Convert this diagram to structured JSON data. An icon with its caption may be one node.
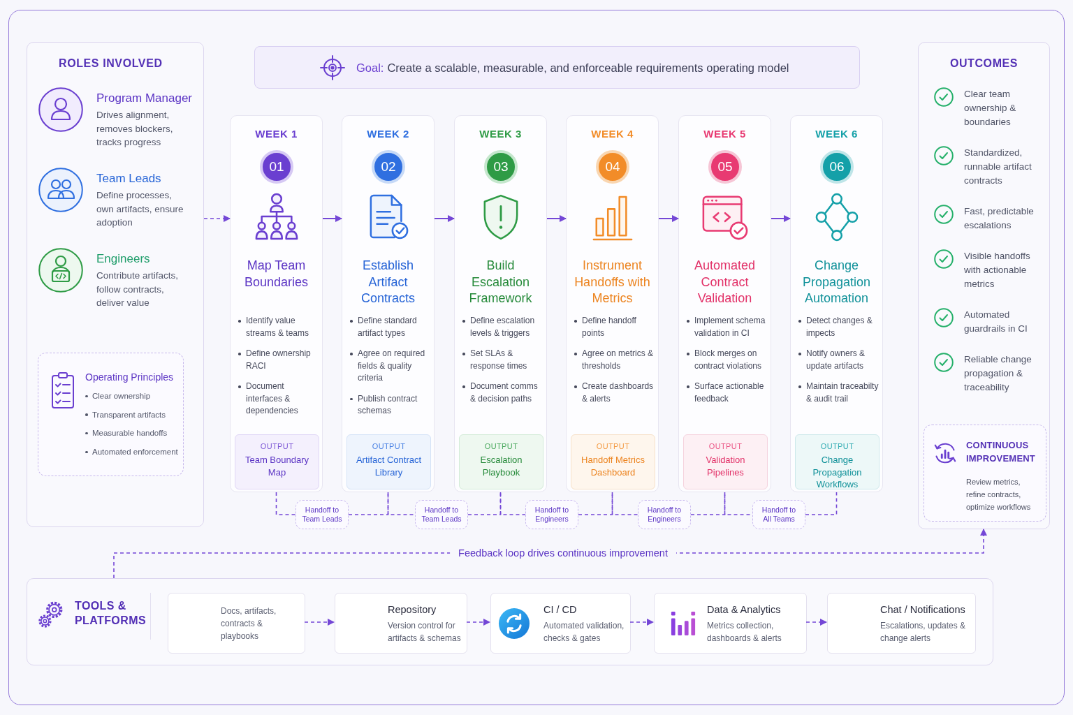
{
  "diagram": {
    "nodes": [
      {
        "text": [
          "ROLES INVOLVED",
          "Program Manager",
          "Drives alignment, removes blockers, tracks progress",
          "Team Leads",
          "Define processes, own artifacts, ensure adoption",
          "Engineers",
          "Contribute artifacts, follow contracts, deliver value"
        ]
      },
      {
        "text": [
          "Operating Principles",
          "Clear ownership",
          "Transparent artifacts",
          "Measurable handoffs",
          "Automated enforcement"
        ],
        "in": 0
      },
      {
        "text": [
          "Goal:",
          "Create a scalable, measurable, and enforceable requirements operating model"
        ]
      },
      {
        "text": [
          "WEEK 1",
          "Map Team Boundaries",
          "Identify value streams & teams",
          "Define ownership RACI",
          "Document interfaces & dependencies"
        ]
      },
      {
        "text": [
          "01"
        ],
        "in": 3
      },
      {
        "text": [
          "OUTPUT",
          "Team Boundary Map"
        ],
        "in": 3
      },
      {
        "text": [
          "WEEK 2",
          "Establish Artifact Contracts",
          "Define standard artifact types",
          "Agree on required fields & quality criteria",
          "Publish contract schemas"
        ]
      },
      {
        "text": [
          "02"
        ],
        "in": 6
      },
      {
        "text": [
          "OUTPUT",
          "Artifact Contract Library"
        ],
        "in": 6
      },
      {
        "text": [
          "WEEK 3",
          "Build Escalation Framework",
          "Define escalation levels & triggers",
          "Set SLAs & response times",
          "Document comms & decision paths"
        ]
      },
      {
        "text": [
          "03"
        ],
        "in": 9
      },
      {
        "text": [
          "OUTPUT",
          "Escalation Playbook"
        ],
        "in": 9
      },
      {
        "text": [
          "WEEK 4",
          "Instrument Handoffs with Metrics",
          "Define handoff points",
          "Agree on metrics & thresholds",
          "Create dashboards & alerts"
        ]
      },
      {
        "text": [
          "04"
        ],
        "in": 12
      },
      {
        "text": [
          "OUTPUT",
          "Handoff Metrics Dashboard"
        ],
        "in": 12
      },
      {
        "text": [
          "WEEK 5",
          "Automated Contract Validation",
          "Implement schema validation in CI",
          "Block merges on contract violations",
          "Surface actionable feedback"
        ]
      },
      {
        "text": [
          "05"
        ],
        "in": 15
      },
      {
        "text": [
          "OUTPUT",
          "Validation Pipelines"
        ],
        "in": 15
      },
      {
        "text": [
          "WEEK 6",
          "Change Propagation Automation",
          "Detect changes & impects",
          "Notify owners & update artifacts",
          "Maintain traceabilty & audit trail"
        ]
      },
      {
        "text": [
          "06"
        ],
        "in": 18
      },
      {
        "text": [
          "OUTPUT",
          "Change Propagation Workflows"
        ],
        "in": 18
      },
      {
        "text": [
          "Handoff to Team Leads"
        ]
      },
      {
        "text": [
          "Handoff to Team Leads"
        ]
      },
      {
        "text": [
          "Handoff to Engineers"
        ]
      },
      {
        "text": [
          "Handoff to Engineers"
        ]
      },
      {
        "text": [
          "Handoff to All Teams"
        ]
      },
      {
        "text": [
          "OUTCOMES",
          "Clear team ownership & boundaries",
          "Standardized, runnable artifact contracts",
          "Fast, predictable escalations",
          "Visible handoffs with actionable metrics",
          "Automated guardrails in CI",
          "Reliable change propagation & traceability"
        ]
      },
      {
        "text": [
          "CONTINUOUS IMPROVEMENT",
          "Review metrics, refine contracts, optimize workflows"
        ],
        "in": 26
      },
      {
        "text": [
          "TOOLS & PLATFORMS"
        ]
      },
      {
        "text": [
          "Docs, artifacts, contracts & playbooks"
        ],
        "in": 28
      },
      {
        "text": [
          "Repository",
          "Version control for artifacts & schemas"
        ],
        "in": 28
      },
      {
        "text": [
          "CI / CD",
          "Automated validation, checks & gates"
        ],
        "in": 28
      },
      {
        "text": [
          "Data & Analytics",
          "Metrics collection, dashboards & alerts"
        ],
        "in": 28
      },
      {
        "text": [
          "Chat / Notifications",
          "Escalations, updates & change alerts"
        ],
        "in": 28
      }
    ],
    "edges": [
      {
        "from": 0,
        "to": 3,
        "arrow": "to",
        "style": "dashed"
      },
      {
        "from": 3,
        "to": 6,
        "arrow": "to"
      },
      {
        "from": 6,
        "to": 9,
        "arrow": "to"
      },
      {
        "from": 9,
        "to": 12,
        "arrow": "to"
      },
      {
        "from": 12,
        "to": 15,
        "arrow": "to"
      },
      {
        "from": 15,
        "to": 18,
        "arrow": "to"
      },
      {
        "from": 3,
        "to": 21,
        "arrow": "none",
        "style": "dashed"
      },
      {
        "from": 21,
        "to": 6,
        "arrow": "none",
        "style": "dashed"
      },
      {
        "from": 6,
        "to": 22,
        "arrow": "none",
        "style": "dashed"
      },
      {
        "from": 22,
        "to": 9,
        "arrow": "none",
        "style": "dashed"
      },
      {
        "from": 9,
        "to": 23,
        "arrow": "none",
        "style": "dashed"
      },
      {
        "from": 23,
        "to": 12,
        "arrow": "none",
        "style": "dashed"
      },
      {
        "from": 12,
        "to": 24,
        "arrow": "none",
        "style": "dashed"
      },
      {
        "from": 24,
        "to": 15,
        "arrow": "none",
        "style": "dashed"
      },
      {
        "from": 15,
        "to": 25,
        "arrow": "none",
        "style": "dashed"
      },
      {
        "from": 25,
        "to": 18,
        "arrow": "none",
        "style": "dashed"
      },
      {
        "from": 28,
        "to": 26,
        "arrow": "to",
        "style": "dashed",
        "label": "Feedback loop drives continuous improvement"
      },
      {
        "from": 29,
        "to": 30,
        "arrow": "to",
        "style": "dashed"
      },
      {
        "from": 30,
        "to": 31,
        "arrow": "to",
        "style": "dashed"
      },
      {
        "from": 31,
        "to": 32,
        "arrow": "to",
        "style": "dashed"
      },
      {
        "from": 32,
        "to": 33,
        "arrow": "to",
        "style": "dashed"
      }
    ]
  }
}
